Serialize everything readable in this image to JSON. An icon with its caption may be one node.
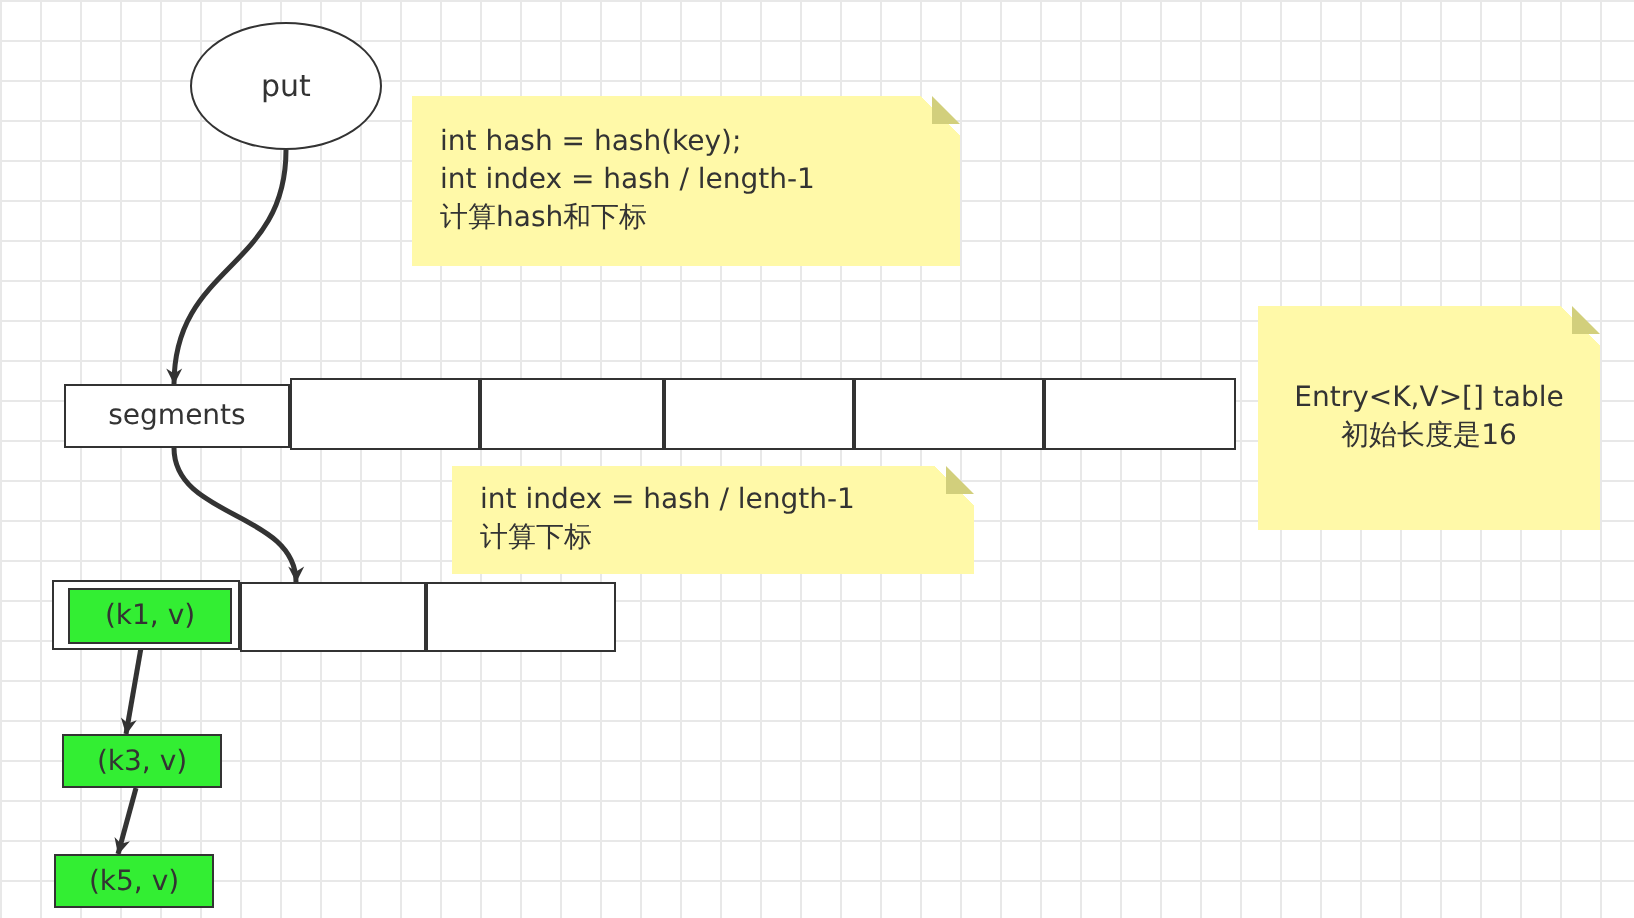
{
  "diagram": {
    "nodes": [
      {
        "text": [
          "put"
        ]
      },
      {
        "text": [
          "int hash = hash(key);",
          "int index = hash / length-1",
          "计算hash和下标"
        ]
      },
      {
        "text": [
          "segments"
        ]
      },
      {
        "text": [],
        "shape": "box"
      },
      {
        "text": [],
        "shape": "box"
      },
      {
        "text": [],
        "shape": "box"
      },
      {
        "text": [],
        "shape": "box"
      },
      {
        "text": [],
        "shape": "box"
      },
      {
        "text": [
          "Entry<K,V>[] table",
          "初始长度是16"
        ]
      },
      {
        "text": [
          "int index = hash / length-1",
          "计算下标"
        ]
      },
      {
        "text": [],
        "shape": "box"
      },
      {
        "text": [
          "(k1, v)"
        ],
        "in": 10
      },
      {
        "text": [],
        "shape": "box"
      },
      {
        "text": [],
        "shape": "box"
      },
      {
        "text": [
          "(k3, v)"
        ]
      },
      {
        "text": [
          "(k5, v)"
        ]
      }
    ],
    "edges": [
      {
        "from": 0,
        "to": 2,
        "arrow": "to"
      },
      {
        "from": 2,
        "to": 12,
        "arrow": "to"
      },
      {
        "from": 11,
        "to": 14,
        "arrow": "to"
      },
      {
        "from": 14,
        "to": 15,
        "arrow": "to"
      }
    ]
  }
}
